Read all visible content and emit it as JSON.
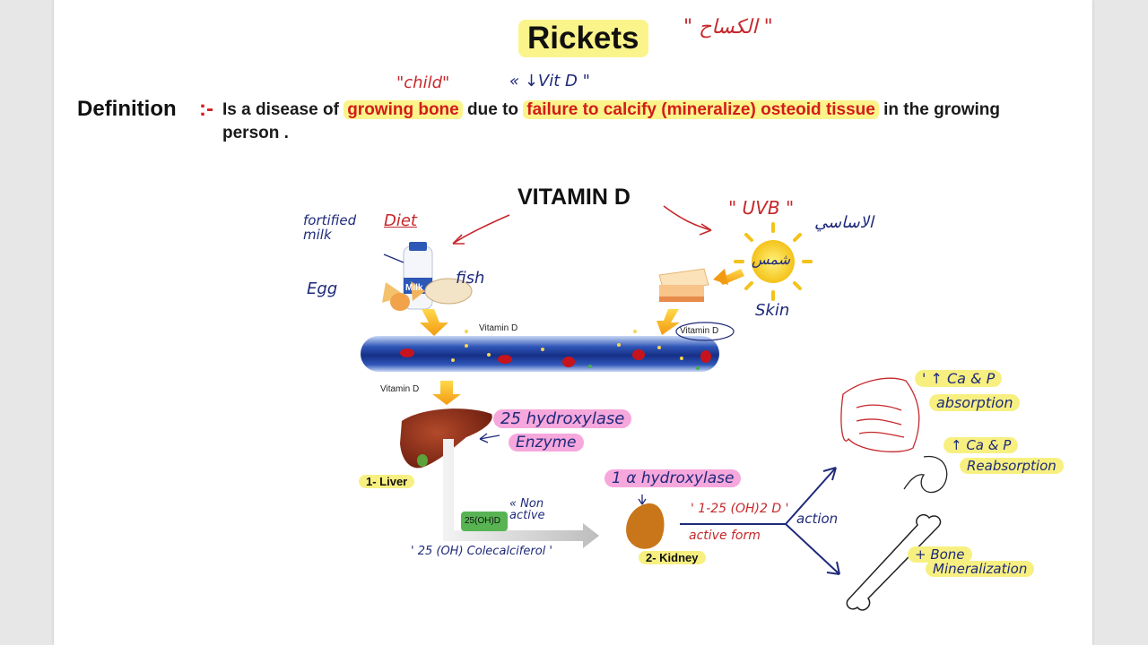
{
  "title": "Rickets",
  "title_arabic": "\" الكساح \"",
  "annotations_top": {
    "child": "\"child\"",
    "vit_d": "« ↓Vit D \""
  },
  "definition": {
    "label": "Definition",
    "colon": ":-",
    "pre": "Is a disease of",
    "highlight1": "growing bone",
    "mid": "due to",
    "highlight2": "failure to calcify (mineralize) osteoid tissue",
    "post": "in the growing person ."
  },
  "diagram": {
    "title": "VITAMIN D",
    "diet_label": "Diet",
    "fortified_milk": "fortified milk",
    "egg": "Egg",
    "fish": "fish",
    "milk_carton": "Milk",
    "uvb": "\" UVB \"",
    "uvb_arabic": "الاساسي",
    "sun_arabic": "شمس",
    "skin": "Skin",
    "vitd_label_blood_left": "Vitamin D",
    "vitd_label_blood_right": "Vitamin D",
    "vitd_label_down": "Vitamin D",
    "hydroxylase_25": "25 hydroxylase",
    "enzyme": "Enzyme",
    "liver": "1- Liver",
    "oh_d_box": "25(OH)D",
    "non_active": "« Non active",
    "calcidiol_note": "' 25 (OH) Colecalciferol '",
    "hydroxylase_1a": "1 α hydroxylase",
    "kidney": "2- Kidney",
    "active_d": "' 1-25 (OH)2 D '",
    "active_form": "active form",
    "action": "action",
    "ca_p_absorption_1": "' ↑ Ca & P",
    "ca_p_absorption_2": "absorption",
    "ca_p_reabsorption_1": "↑ Ca & P",
    "ca_p_reabsorption_2": "Reabsorption",
    "bone_min_1": "+ Bone",
    "bone_min_2": "Mineralization"
  },
  "colors": {
    "highlight": "#fbf48a",
    "red_text": "#d21c1c",
    "pink": "#f6a7dc",
    "blood_vessel": "#1b3a8f"
  }
}
